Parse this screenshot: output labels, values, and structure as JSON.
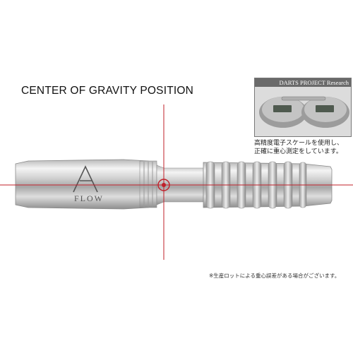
{
  "heading": "CENTER OF GRAVITY POSITION",
  "research": {
    "label": "DARTS PROJECT Research",
    "caption": "高精度電子スケールを使用し、\n正確に重心測定をしています。"
  },
  "note": "※生産ロットによる重心誤差がある場合がございます。",
  "logo": {
    "text": "FLOW"
  },
  "colors": {
    "accent": "#c0202a",
    "steel": "#c8c8c8"
  }
}
